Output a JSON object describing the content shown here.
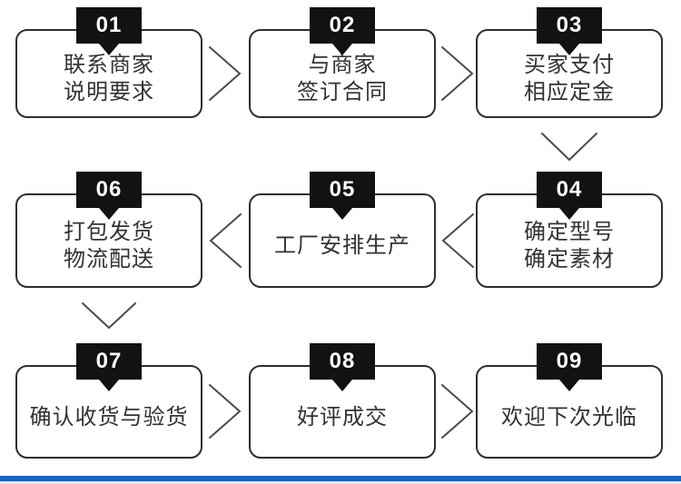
{
  "flow": {
    "title": "purchase-process-flowchart",
    "steps": [
      {
        "number": "01",
        "lines": [
          "联系商家",
          "说明要求"
        ]
      },
      {
        "number": "02",
        "lines": [
          "与商家",
          "签订合同"
        ]
      },
      {
        "number": "03",
        "lines": [
          "买家支付",
          "相应定金"
        ]
      },
      {
        "number": "04",
        "lines": [
          "确定型号",
          "确定素材"
        ]
      },
      {
        "number": "05",
        "lines": [
          "工厂安排生产"
        ]
      },
      {
        "number": "06",
        "lines": [
          "打包发货",
          "物流配送"
        ]
      },
      {
        "number": "07",
        "lines": [
          "确认收货与验货"
        ]
      },
      {
        "number": "08",
        "lines": [
          "好评成交"
        ]
      },
      {
        "number": "09",
        "lines": [
          "欢迎下次光临"
        ]
      }
    ],
    "arrow_directions": [
      "right",
      "right",
      "down",
      "left",
      "left",
      "down",
      "right",
      "right"
    ],
    "icons": {
      "arrow_right": "❯",
      "arrow_left": "❮",
      "arrow_down": "⌄"
    },
    "colors": {
      "badge_bg": "#121212",
      "badge_text": "#ffffff",
      "box_border": "#2e2e2e",
      "box_text": "#333333",
      "arrow": "#4a4a4a",
      "footer_blue": "#1a63c0",
      "footer_light": "#dce7f3",
      "background": "#ffffff"
    }
  }
}
